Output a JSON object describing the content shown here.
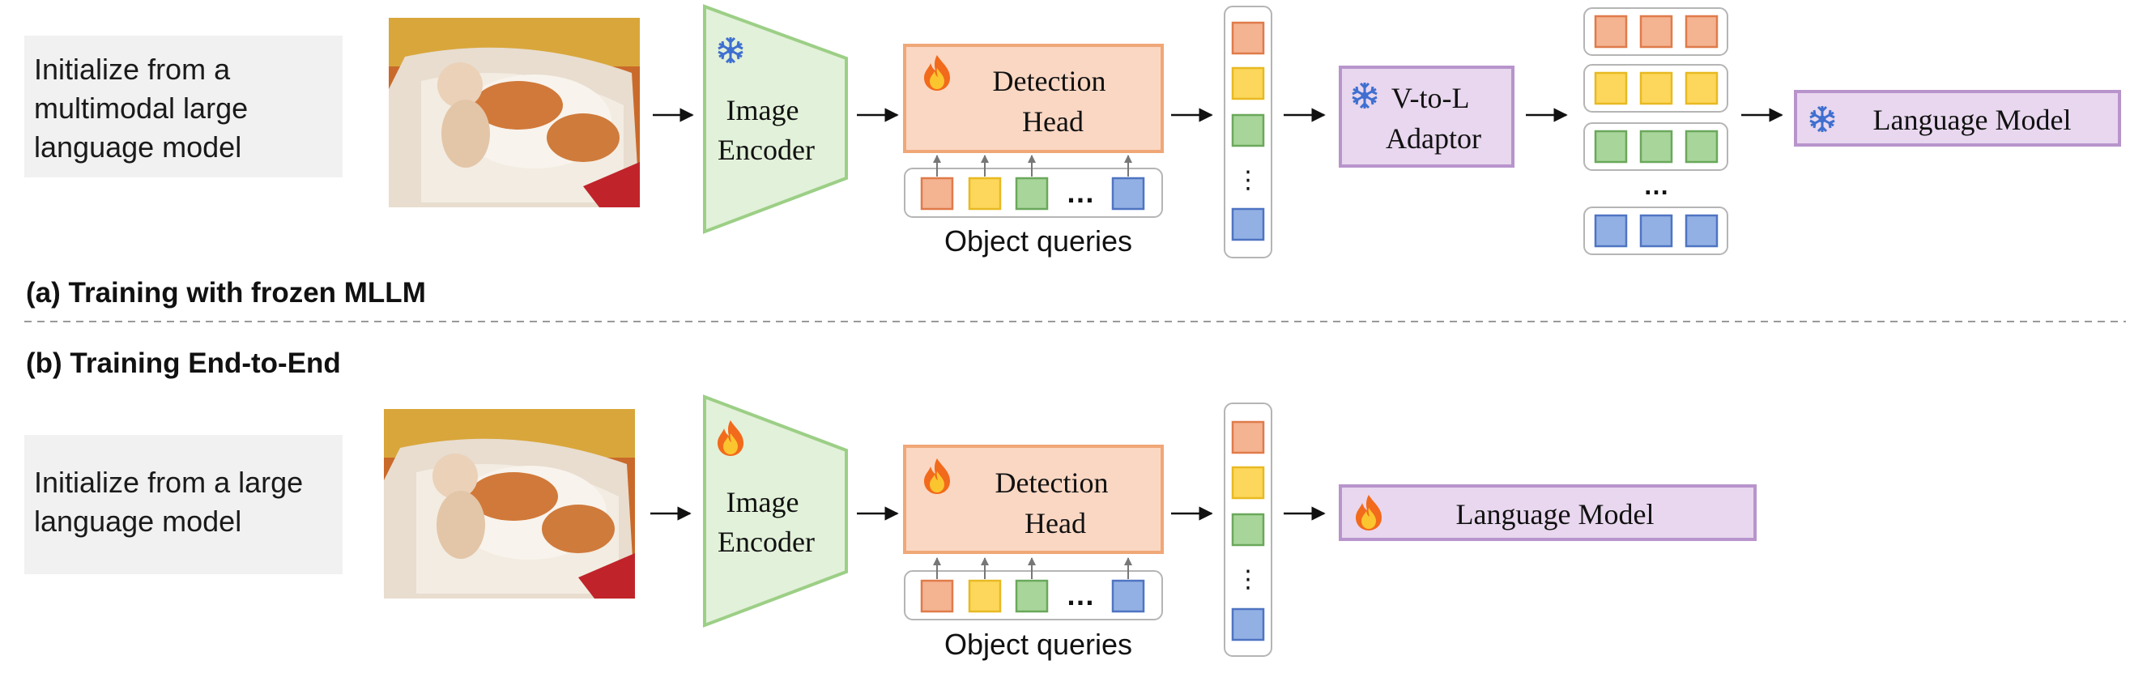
{
  "rows": [
    {
      "section_title": "",
      "init_lines": [
        "Initialize from a",
        "multimodal large",
        "language model"
      ],
      "encoder_lines": [
        "Image",
        "Encoder"
      ],
      "encoder_state": "frozen",
      "head_lines": [
        "Detection",
        "Head"
      ],
      "head_state": "trainable",
      "queries_label": "Object queries",
      "queries_ellipsis": "…",
      "features_ellipsis": "⋮",
      "adaptor_lines": [
        "V-to-L",
        "Adaptor"
      ],
      "adaptor_state": "frozen",
      "tokens_ellipsis": "…",
      "lm_label": "Language Model",
      "lm_state": "frozen"
    },
    {
      "section_title": "(b) Training End-to-End",
      "init_lines": [
        "Initialize from a large",
        "language model"
      ],
      "encoder_lines": [
        "Image",
        "Encoder"
      ],
      "encoder_state": "trainable",
      "head_lines": [
        "Detection",
        "Head"
      ],
      "head_state": "trainable",
      "queries_label": "Object queries",
      "queries_ellipsis": "…",
      "features_ellipsis": "⋮",
      "lm_label": "Language Model",
      "lm_state": "trainable"
    }
  ],
  "caption_a": "(a) Training with frozen MLLM",
  "colors": {
    "orange_fill": "#f4b391",
    "orange_stroke": "#e07b4a",
    "yellow_fill": "#fcd75b",
    "yellow_stroke": "#e8b923",
    "green_fill": "#a8d59a",
    "green_stroke": "#6aa85b",
    "blue_fill": "#92b0e4",
    "blue_stroke": "#4f74c2",
    "encoder_fill": "#e2f1d9",
    "encoder_stroke": "#9ccf86",
    "head_fill": "#fad7c3",
    "head_stroke": "#f0a777",
    "lm_fill": "#e8d7ee",
    "lm_stroke": "#b894cc",
    "init_fill": "#f1f1f1",
    "snowflake": "#3f6fd0"
  },
  "icons": {
    "frozen": "snowflake-icon",
    "trainable": "fire-icon"
  }
}
